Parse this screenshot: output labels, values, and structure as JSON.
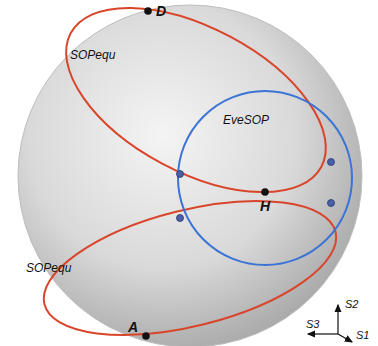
{
  "diagram": {
    "labels": [
      "D",
      "SOPequ",
      "EveSOP",
      "H",
      "SOPequ",
      "A",
      "S2",
      "S3",
      "S1"
    ]
  }
}
